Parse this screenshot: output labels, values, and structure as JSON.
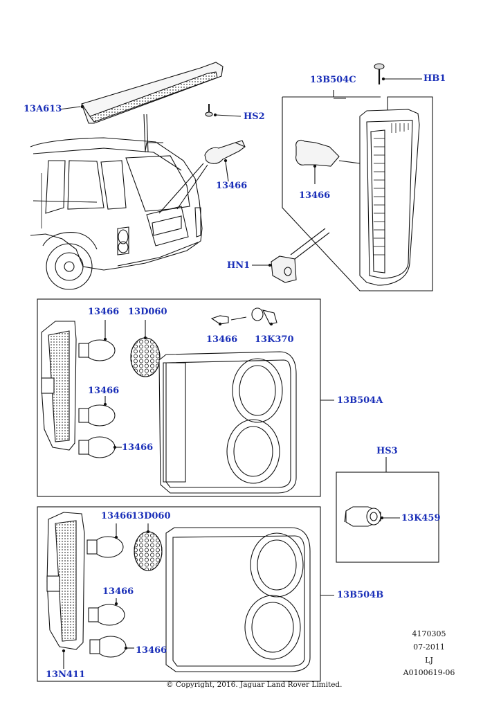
{
  "parts": {
    "p13A613": "13A613",
    "pHS2": "HS2",
    "p13466_top": "13466",
    "p13B504C": "13B504C",
    "pHB1": "HB1",
    "p13466_c": "13466",
    "pHN1": "HN1",
    "p13466_a1": "13466",
    "p13D060_a": "13D060",
    "p13466_a2": "13466",
    "p13K370": "13K370",
    "p13466_a3": "13466",
    "p13466_a4": "13466",
    "p13B504A": "13B504A",
    "pHS3": "HS3",
    "p13K459": "13K459",
    "p13466_b1": "13466",
    "p13D060_b": "13D060",
    "p13466_b2": "13466",
    "p13466_b3": "13466",
    "p13B504B": "13B504B",
    "p13N411": "13N411"
  },
  "meta": {
    "ref": "4170305",
    "date": "07-2011",
    "initials": "LJ",
    "drawing": "A0100619-06"
  },
  "copyright": "© Copyright, 2016. Jaguar Land Rover Limited.",
  "colors": {
    "label": "#1a2fb8",
    "line": "#111111"
  }
}
